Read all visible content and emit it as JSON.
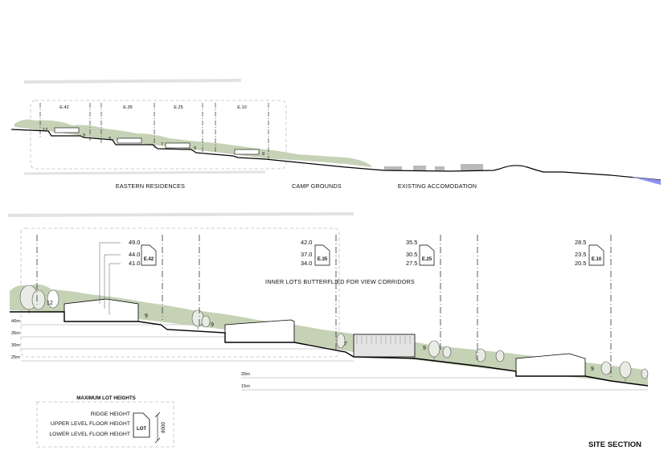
{
  "title": "SITE SECTION",
  "upper_section": {
    "lots": [
      "E.42",
      "E.35",
      "E.25",
      "E.10"
    ],
    "step_labels": [
      "12",
      "9",
      "9",
      "7",
      "9",
      "9"
    ],
    "zones": [
      "EASTERN RESIDENCES",
      "CAMP GROUNDS",
      "EXISTING ACCOMODATION"
    ]
  },
  "lower_section": {
    "lots": [
      {
        "id": "E.42",
        "ridge": "49.0",
        "upper": "44.0",
        "lower": "41.0"
      },
      {
        "id": "E.35",
        "ridge": "42.0",
        "upper": "37.0",
        "lower": "34.0"
      },
      {
        "id": "E.25",
        "ridge": "35.5",
        "upper": "30.5",
        "lower": "27.5"
      },
      {
        "id": "E.10",
        "ridge": "28.5",
        "upper": "23.5",
        "lower": "20.5"
      }
    ],
    "note": "INNER LOTS BUTTERFLIED FOR VIEW CORRIDORS",
    "contours": [
      "40m",
      "35m",
      "30m",
      "25m",
      "20m",
      "15m"
    ],
    "step_labels": [
      "12",
      "9",
      "9",
      "7",
      "9",
      "9"
    ]
  },
  "legend": {
    "heading": "MAXIMUM LOT HEIGHTS",
    "rows": [
      "RIDGE HEIGHT",
      "UPPER LEVEL FLOOR HEIGHT",
      "LOWER LEVEL FLOOR HEIGHT"
    ],
    "lot_tag": "LOT",
    "dimension": "8000"
  },
  "colors": {
    "vegetation": "#c6d2b6",
    "water": "#8f8ff0",
    "ground": "#000000",
    "faint": "#d8d8d8"
  }
}
